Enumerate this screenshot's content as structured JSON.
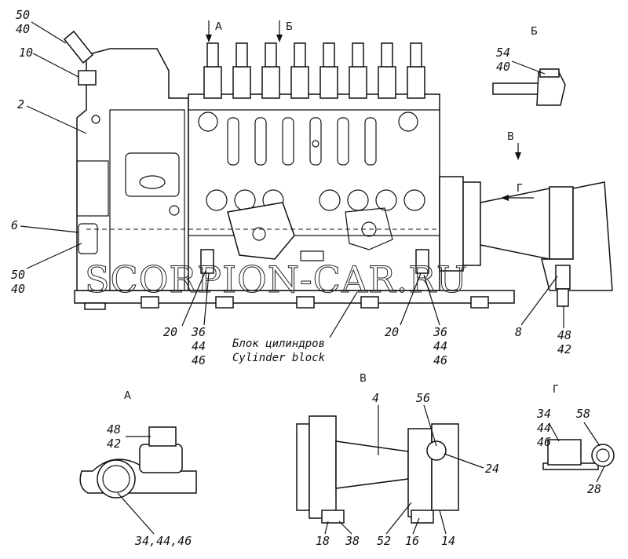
{
  "drawing": {
    "section_labels": {
      "a_top": "А",
      "b_top": "Б",
      "b_view": "Б",
      "v_top": "В",
      "g_arrow": "Г",
      "a_view": "А",
      "v_view": "В",
      "g_view": "Г"
    },
    "caption_ru": "Блок цилиндров",
    "caption_en": "Cylinder block",
    "watermark": "SCORPION-CAR.RU",
    "callouts": {
      "c50_top": "50",
      "c40_top": "40",
      "c10": "10",
      "c2": "2",
      "c6": "6",
      "c50_left": "50",
      "c40_left": "40",
      "c20_left": "20",
      "c36_left": "36",
      "c44_left": "44",
      "c46_left": "46",
      "c20_right": "20",
      "c36_right": "36",
      "c44_right": "44",
      "c46_right": "46",
      "c8": "8",
      "c48_main": "48",
      "c42_main": "42",
      "c54": "54",
      "c40_b": "40",
      "c48_a": "48",
      "c42_a": "42",
      "c34_a": "34,44,46",
      "c4": "4",
      "c56": "56",
      "c24": "24",
      "c18": "18",
      "c38": "38",
      "c52": "52",
      "c16": "16",
      "c14": "14",
      "c34_g": "34",
      "c44_g": "44",
      "c46_g": "46",
      "c58": "58",
      "c28": "28"
    }
  }
}
